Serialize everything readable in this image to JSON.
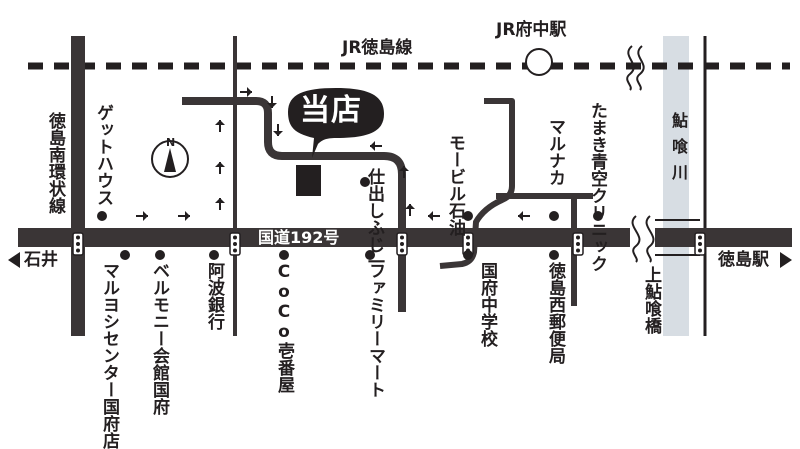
{
  "colors": {
    "ink": "#231f20",
    "road": "#3a3536",
    "river": "#d7dde3",
    "background": "#ffffff",
    "road_label": "#ffffff"
  },
  "rail": {
    "line_name": "JR徳島線",
    "station_name": "JR府中駅"
  },
  "main_road": {
    "name": "国道192号",
    "west_destination": "石井",
    "east_destination": "徳島駅"
  },
  "destination": {
    "label": "当店"
  },
  "compass": {
    "north_label": "N"
  },
  "river": {
    "name": "鮎喰川",
    "bridge_name": "上鮎喰橋"
  },
  "roads": {
    "west_ring_road": "徳島南環状線"
  },
  "landmarks": {
    "get_house": "ゲットハウス",
    "mobil_oil": "モービル石油",
    "marunaka": "マルナカ",
    "tamaki_clinic": "たまき青空クリニック",
    "shidashi_fuji": "仕出しふじ一",
    "maruyoshi": "マルヨシセンター国府店",
    "bellmony": "ベルモニー会館国府",
    "awa_bank": "阿波銀行",
    "coco_ichibanya": "CoCo壱番屋",
    "family_mart": "ファミリーマート",
    "kokufu_jhs": "国府中学校",
    "tokushima_nishi_post": "徳島西郵便局"
  }
}
